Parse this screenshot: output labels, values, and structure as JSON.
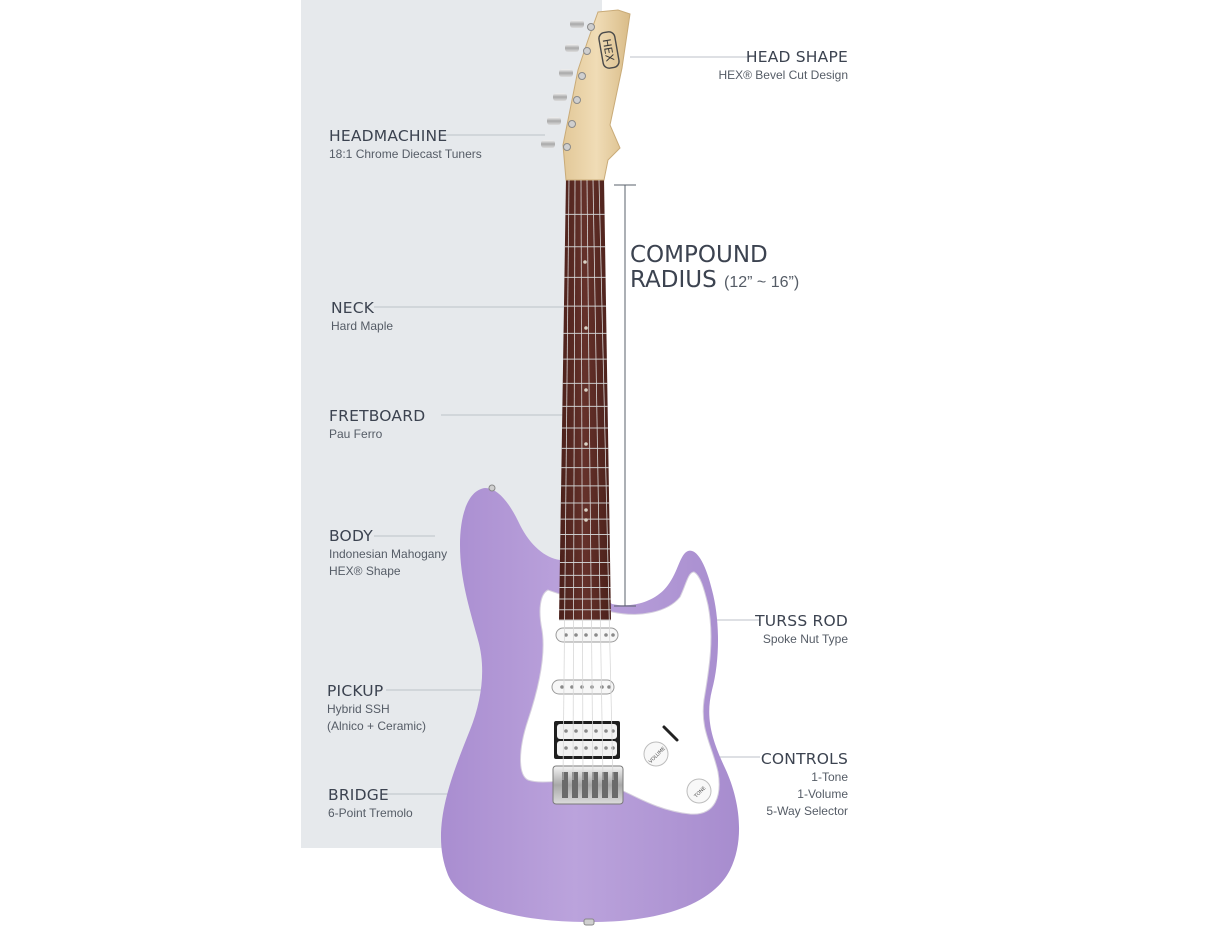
{
  "specs": {
    "head_shape": {
      "title": "HEAD SHAPE",
      "sub": "HEX® Bevel Cut Design"
    },
    "headmachine": {
      "title": "HEADMACHINE",
      "sub": "18:1 Chrome Diecast Tuners"
    },
    "compound_radius": {
      "line1": "COMPOUND",
      "line2": "RADIUS",
      "range": "(12” ~ 16”)"
    },
    "neck": {
      "title": "NECK",
      "sub": "Hard Maple"
    },
    "fretboard": {
      "title": "FRETBOARD",
      "sub": "Pau Ferro"
    },
    "body": {
      "title": "BODY",
      "sub1": "Indonesian Mahogany",
      "sub2": "HEX® Shape"
    },
    "truss_rod": {
      "title": "TURSS ROD",
      "sub": "Spoke Nut Type"
    },
    "pickup": {
      "title": "PICKUP",
      "sub1": "Hybrid SSH",
      "sub2": "(Alnico + Ceramic)"
    },
    "controls": {
      "title": "CONTROLS",
      "sub1": "1-Tone",
      "sub2": "1-Volume",
      "sub3": "5-Way Selector"
    },
    "bridge": {
      "title": "BRIDGE",
      "sub": "6-Point Tremolo"
    }
  },
  "headstock_logo": "HEX",
  "knob_labels": {
    "volume": "VOLUME",
    "tone": "TONE"
  },
  "colors": {
    "background": "#ffffff",
    "panel": "#e6e9ec",
    "body": "#b49bd6",
    "pickguard": "#ffffff",
    "fretboard": "#5a2a22",
    "maple": "#e9d3a8",
    "text": "#3c4350"
  }
}
